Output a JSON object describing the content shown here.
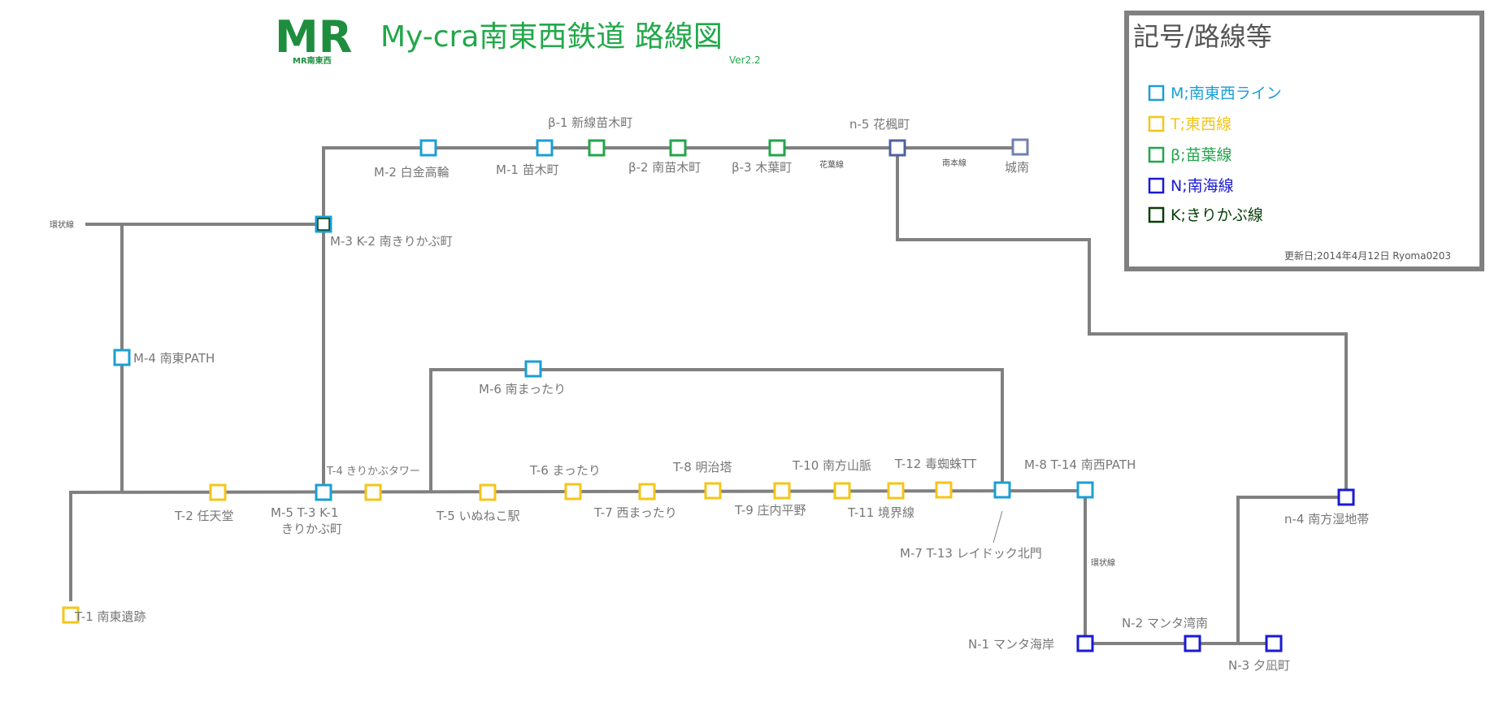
{
  "header": {
    "logo_mark": "MR",
    "logo_sub": "MR南東西",
    "title": "My-cra南東西鉄道 路線図",
    "version": "Ver2.2"
  },
  "legend": {
    "title": "記号/路線等",
    "items": [
      {
        "label": "M;南東西ライン",
        "color": "#1a9fd6"
      },
      {
        "label": "T;東西線",
        "color": "#f5c518"
      },
      {
        "label": "β;苗葉線",
        "color": "#21a64a"
      },
      {
        "label": "N;南海線",
        "color": "#1a1ad6"
      },
      {
        "label": "K;きりかぶ線",
        "color": "#0a3d0a"
      }
    ],
    "updated": "更新日;2014年4月12日 Ryoma0203"
  },
  "colors": {
    "track": "#808080",
    "M": "#1a9fd6",
    "T": "#f5c518",
    "B": "#21a64a",
    "N": "#1a1ad6",
    "K": "#0a3d0a",
    "other": "#7080b0"
  },
  "line_labels": {
    "kanjo_left": "環状線",
    "hanaba": "花葉線",
    "nanhon": "南本線",
    "kanjo_right": "環状線"
  },
  "stations": {
    "m1": "M-1 苗木町",
    "m2": "M-2 白金高輪",
    "m3k2": "M-3 K-2 南きりかぶ町",
    "m4": "M-4 南東PATH",
    "m5t3k1_a": "M-5 T-3 K-1",
    "m5t3k1_b": "きりかぶ町",
    "m6": "M-6 南まったり",
    "m7t13": "M-7 T-13 レイドック北門",
    "m8t14": "M-8 T-14 南西PATH",
    "b1": "β-1 新線苗木町",
    "b2": "β-2 南苗木町",
    "b3": "β-3 木葉町",
    "n5": "n-5 花楓町",
    "jonan": "城南",
    "t1": "T-1 南東遺跡",
    "t2": "T-2 任天堂",
    "t4": "T-4 きりかぶタワー",
    "t5": "T-5 いぬねこ駅",
    "t6": "T-6 まったり",
    "t7": "T-7 西まったり",
    "t8": "T-8 明治塔",
    "t9": "T-9 庄内平野",
    "t10": "T-10 南方山脈",
    "t11": "T-11 境界線",
    "t12": "T-12 毒蜘蛛TT",
    "n1": "N-1 マンタ海岸",
    "n2": "N-2 マンタ湾南",
    "n3": "N-3 夕凪町",
    "n4": "n-4 南方湿地帯"
  }
}
